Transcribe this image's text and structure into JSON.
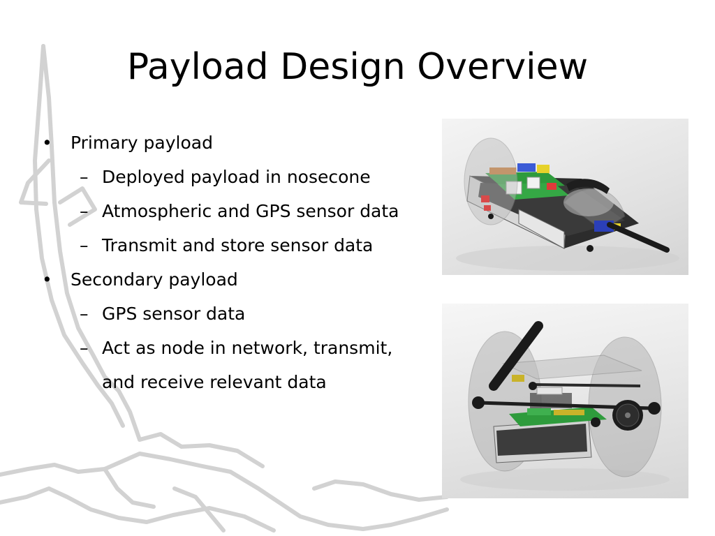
{
  "slide": {
    "title": "Payload Design Overview",
    "bullets": [
      {
        "label": "Primary payload",
        "sub": [
          "Deployed payload in nosecone",
          "Atmospheric and GPS sensor data",
          "Transmit and store sensor data"
        ]
      },
      {
        "label": "Secondary payload",
        "sub": [
          "GPS sensor data",
          "Act as node in network, transmit,"
        ],
        "continuation": "and receive relevant data"
      }
    ],
    "markers": {
      "level1": "•",
      "level2": "–"
    }
  },
  "colors": {
    "background": "#ffffff",
    "text": "#000000",
    "sketch": "#d2d2d2"
  }
}
